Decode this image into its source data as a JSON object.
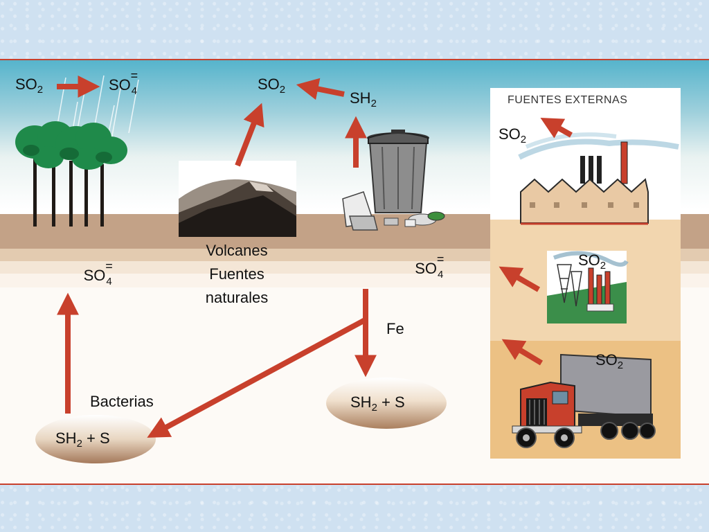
{
  "sky": {
    "left_reaction": {
      "reactant": "SO",
      "reactant_sub": "2",
      "product": "SO",
      "product_sub": "4",
      "product_charge": "="
    },
    "volcano_gas": {
      "formula": "SO",
      "sub": "2"
    },
    "trash_gas": {
      "formula": "SH",
      "sub": "2"
    }
  },
  "ground": {
    "left_sulfate": {
      "formula": "SO",
      "sub": "4",
      "charge": "="
    },
    "volcano_caption": [
      "Volcanes",
      "Fuentes",
      "naturales"
    ],
    "trash_sulfate": {
      "formula": "SO",
      "sub": "4",
      "charge": "="
    },
    "iron_label": "Fe",
    "bacteria_label": "Bacterias",
    "left_deposit": {
      "formula1": "SH",
      "sub1": "2",
      "plus": "+",
      "formula2": "S"
    },
    "right_deposit": {
      "formula1": "SH",
      "sub1": "2",
      "plus": "+",
      "formula2": "S"
    }
  },
  "external_sources": {
    "title": "FUENTES EXTERNAS",
    "factory_gas": {
      "formula": "SO",
      "sub": "2"
    },
    "power_plant_gas": {
      "formula": "SO",
      "sub": "2"
    },
    "truck_gas": {
      "formula": "SO",
      "sub": "2"
    }
  },
  "colors": {
    "arrow": "#c8402c",
    "sky_top": "#5cb8cf",
    "soil": "#c3a287",
    "panel_bg": "#ecc184"
  }
}
